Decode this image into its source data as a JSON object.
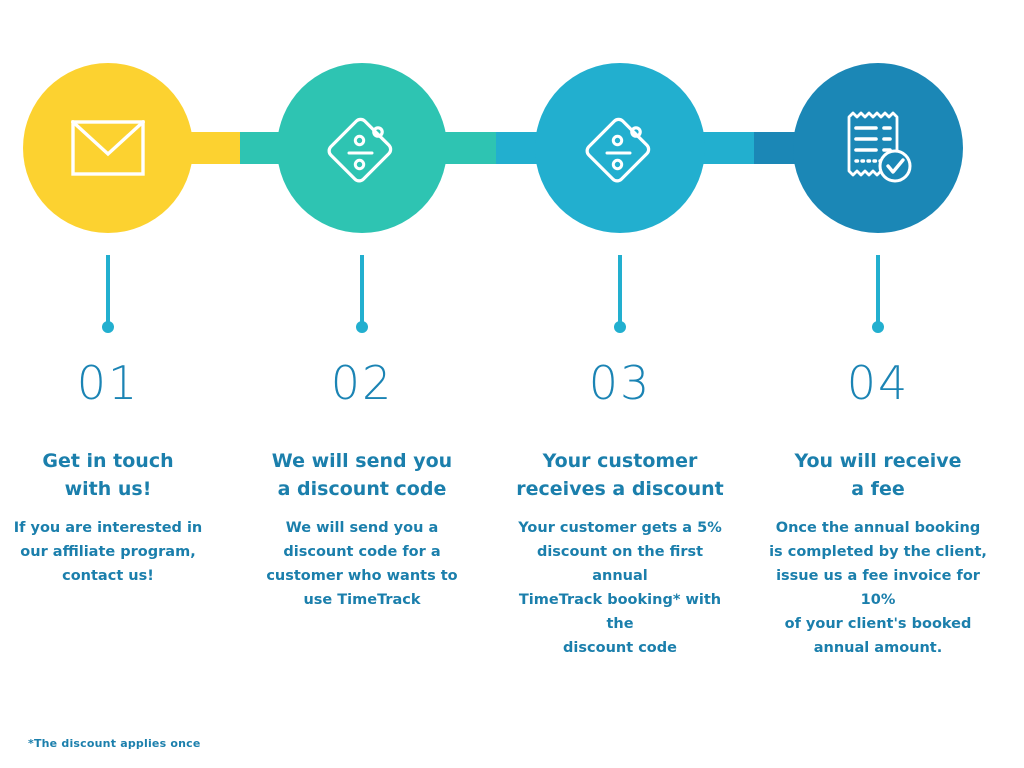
{
  "palette": {
    "step1": "#FCD230",
    "step2": "#2EC4B2",
    "step3": "#22AFCF",
    "step4": "#1B87B6",
    "text_blue": "#1b7fac",
    "number_blue": "#1b84b4",
    "stem_teal": "#22AFCF",
    "background": "#ffffff",
    "icon_white": "#ffffff"
  },
  "steps": [
    {
      "number": "01",
      "title": "Get in touch\nwith us!",
      "body": "If you are interested in\nour affiliate program,\ncontact us!",
      "icon": "envelope-icon",
      "color": "#FCD230"
    },
    {
      "number": "02",
      "title": "We will send you\na discount code",
      "body": "We will send you a\ndiscount code for a\ncustomer who wants to\nuse TimeTrack",
      "icon": "discount-tag-icon",
      "color": "#2EC4B2"
    },
    {
      "number": "03",
      "title": "Your customer\nreceives a discount",
      "body": "Your customer gets a 5%\ndiscount on the first annual\nTimeTrack booking* with the\ndiscount code",
      "icon": "discount-tag-icon",
      "color": "#22AFCF"
    },
    {
      "number": "04",
      "title": "You will receive\na fee",
      "body": "Once the annual booking\nis completed by the client,\nissue us a fee invoice for 10%\nof your client's booked\nannual amount.",
      "icon": "invoice-check-icon",
      "color": "#1B87B6"
    }
  ],
  "footnote": "*The discount applies once"
}
